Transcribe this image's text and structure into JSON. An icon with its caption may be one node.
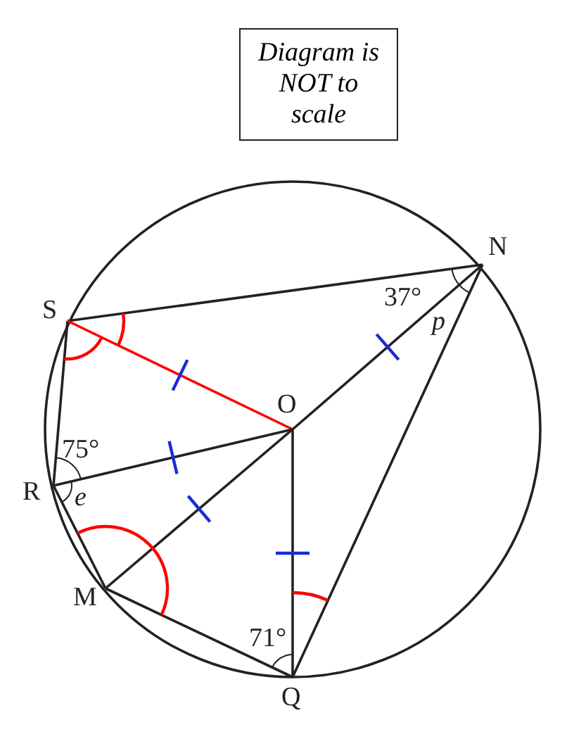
{
  "diagram": {
    "nodes": [
      {
        "text": [
          "Diagram is NOT to scale"
        ]
      },
      {
        "text": [
          "S"
        ]
      },
      {
        "text": [
          "N"
        ]
      },
      {
        "text": [
          "O"
        ]
      },
      {
        "text": [
          "R"
        ]
      },
      {
        "text": [
          "M"
        ]
      },
      {
        "text": [
          "Q"
        ]
      }
    ],
    "edges": [
      {
        "from": 1,
        "to": 2,
        "arrow": "none"
      },
      {
        "from": 1,
        "to": 4,
        "arrow": "none"
      },
      {
        "from": 1,
        "to": 3,
        "arrow": "none",
        "color": "#ff0000"
      },
      {
        "from": 3,
        "to": 2,
        "arrow": "none"
      },
      {
        "from": 3,
        "to": 4,
        "arrow": "none"
      },
      {
        "from": 3,
        "to": 5,
        "arrow": "none"
      },
      {
        "from": 3,
        "to": 6,
        "arrow": "none"
      },
      {
        "from": 2,
        "to": 6,
        "arrow": "none"
      },
      {
        "from": 4,
        "to": 5,
        "arrow": "none"
      },
      {
        "from": 5,
        "to": 6,
        "arrow": "none"
      }
    ],
    "labels": [
      "37°",
      "p",
      "75°",
      "e",
      "71°"
    ]
  }
}
